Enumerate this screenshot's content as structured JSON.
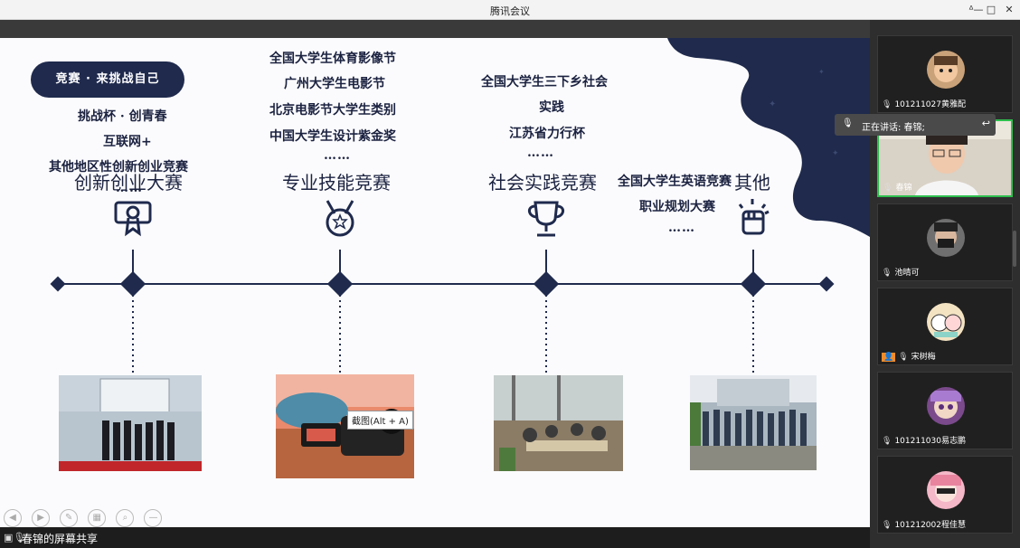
{
  "window": {
    "title": "腾讯会议",
    "controls": {
      "min": "—",
      "max": "□",
      "close": "✕",
      "pin": "ᐞ"
    }
  },
  "slide": {
    "pill": "竞赛 · 来挑战自己",
    "col1": {
      "list": [
        "挑战杯 · 创青春",
        "互联网+",
        "其他地区性创新创业竞赛",
        "……"
      ],
      "heading": "创新创业大赛"
    },
    "col2": {
      "list": [
        "全国大学生体育影像节",
        "广州大学生电影节",
        "北京电影节大学生类别",
        "中国大学生设计紫金奖",
        "……"
      ],
      "heading": "专业技能竞赛"
    },
    "col3": {
      "list": [
        "全国大学生三下乡社会",
        "实践",
        "江苏省力行杯",
        "……"
      ],
      "heading": "社会实践竞赛"
    },
    "col4": {
      "list": [
        "全国大学生英语竞赛",
        "职业规划大赛",
        "……"
      ],
      "heading": "其他"
    },
    "tooltip": "截图(Alt + A)",
    "colors": {
      "navy": "#1f2a4d",
      "text": "#1b2240"
    }
  },
  "share_bar": {
    "label": "春锦的屏幕共享"
  },
  "speaking": {
    "label": "正在讲话: 春锦;"
  },
  "participants": [
    {
      "name": "101211027黄雅配",
      "avatar": "boy-cartoon"
    },
    {
      "name": "春锦",
      "avatar": "video-feed"
    },
    {
      "name": "池晴可",
      "avatar": "mask-portrait"
    },
    {
      "name": "宋树梅",
      "avatar": "cartoon-pair"
    },
    {
      "name": "101211030易志鹏",
      "avatar": "anime-face"
    },
    {
      "name": "101212002程佳慧",
      "avatar": "pink-hair-girl"
    }
  ]
}
